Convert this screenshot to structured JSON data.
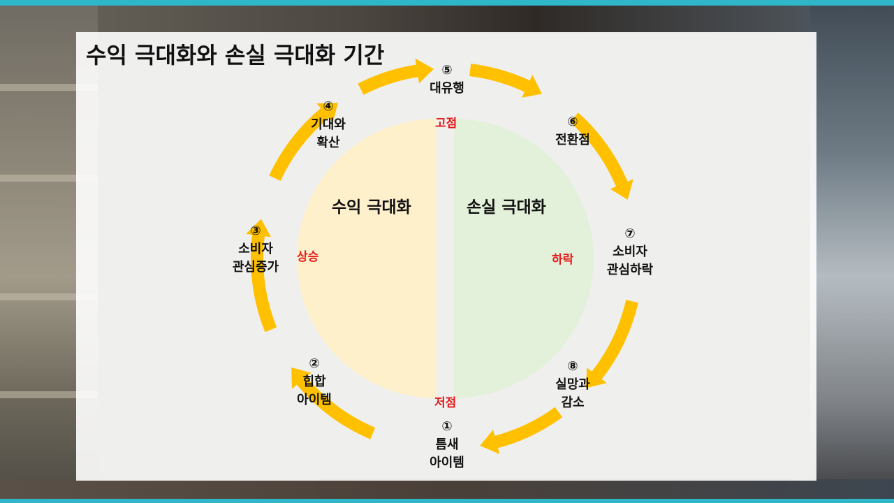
{
  "title": "수익 극대화와 손실 극대화 기간",
  "halves": {
    "left": {
      "label": "수익 극대화",
      "color": "#FFF0CC"
    },
    "right": {
      "label": "손실 극대화",
      "color": "#E3F0DA"
    }
  },
  "markers": {
    "top": "고점",
    "bottom": "저점",
    "left": "상승",
    "right": "하락"
  },
  "arrow_color": "#FFC000",
  "marker_color": "#E31B1B",
  "stages": [
    {
      "num": "①",
      "lines": [
        "틈새",
        "아이템"
      ]
    },
    {
      "num": "②",
      "lines": [
        "힙합",
        "아이템"
      ]
    },
    {
      "num": "③",
      "lines": [
        "소비자",
        "관심증가"
      ]
    },
    {
      "num": "④",
      "lines": [
        "기대와",
        "확산"
      ]
    },
    {
      "num": "⑤",
      "lines": [
        "대유행"
      ]
    },
    {
      "num": "⑥",
      "lines": [
        "전환점"
      ]
    },
    {
      "num": "⑦",
      "lines": [
        "소비자",
        "관심하락"
      ]
    },
    {
      "num": "⑧",
      "lines": [
        "실망과",
        "감소"
      ]
    }
  ]
}
